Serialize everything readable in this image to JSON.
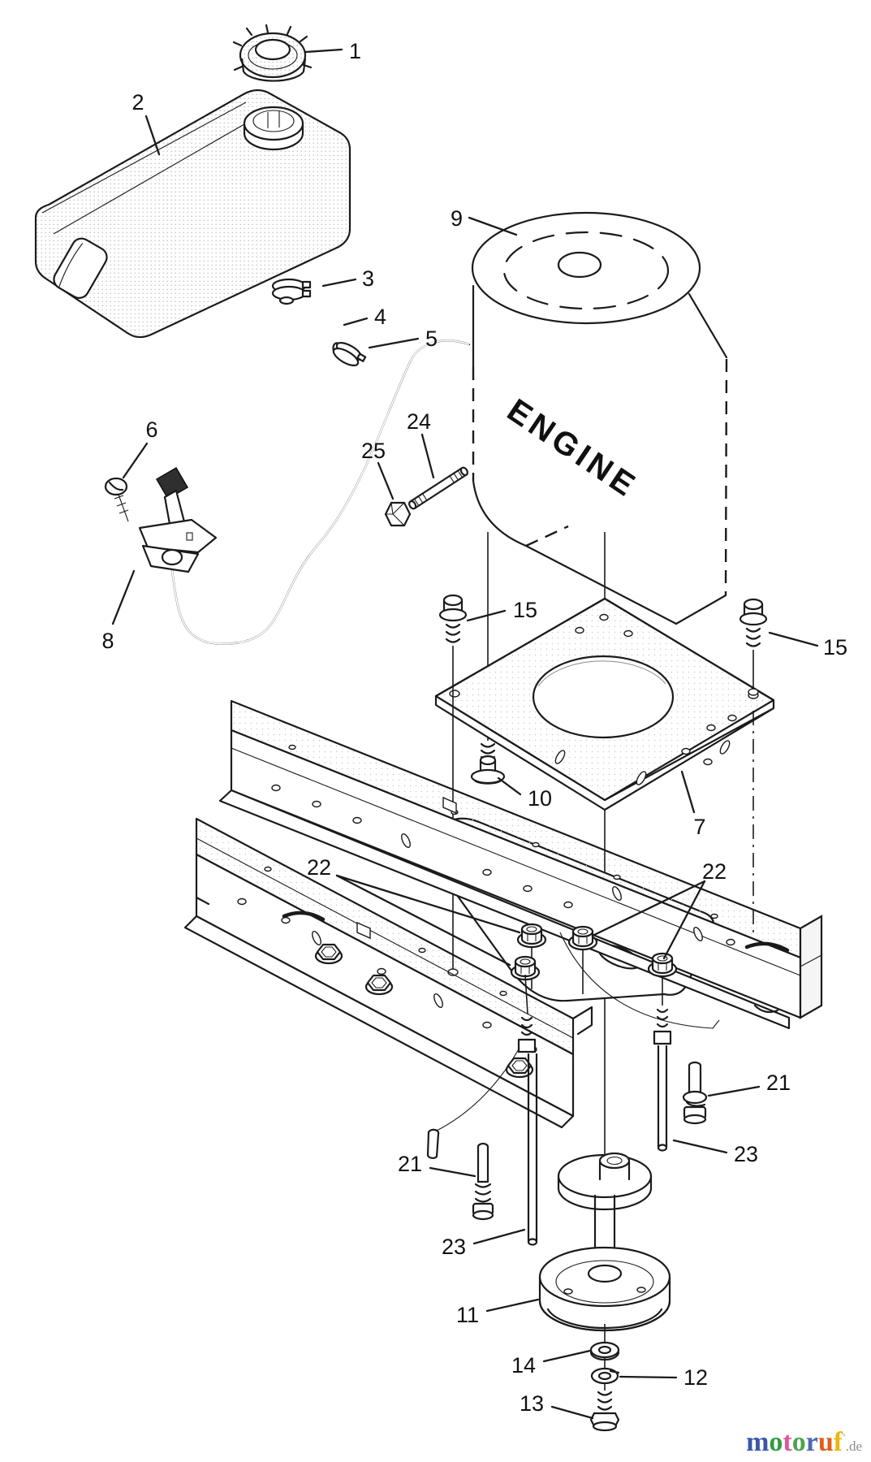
{
  "diagram": {
    "engine_label": "ENGINE",
    "parts": {
      "1": "1",
      "2": "2",
      "3": "3",
      "4": "4",
      "5": "5",
      "6": "6",
      "7": "7",
      "8": "8",
      "9": "9",
      "10": "10",
      "11": "11",
      "12": "12",
      "13": "13",
      "14": "14",
      "15": "15",
      "21": "21",
      "22": "22",
      "23": "23",
      "24": "24",
      "25": "25"
    }
  },
  "watermark": {
    "letters": [
      {
        "char": "m",
        "color": "#3a57a7"
      },
      {
        "char": "o",
        "color": "#339b3f"
      },
      {
        "char": "t",
        "color": "#e0559f"
      },
      {
        "char": "o",
        "color": "#4aa44c"
      },
      {
        "char": "r",
        "color": "#4b68b4"
      },
      {
        "char": "u",
        "color": "#df5f17"
      },
      {
        "char": "f",
        "color": "#edb711"
      }
    ],
    "mark": "'",
    "suffix": ".de"
  }
}
